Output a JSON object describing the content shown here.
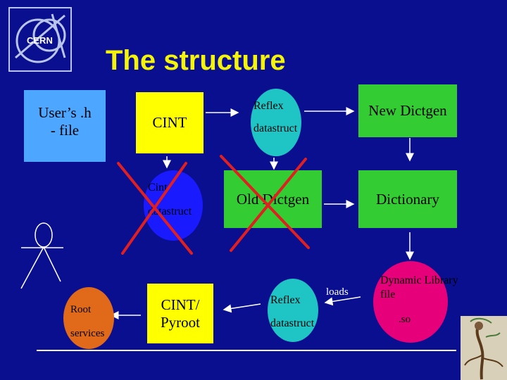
{
  "title": "The structure",
  "logo": {
    "text": "CERN"
  },
  "nodes": {
    "users_h_file": {
      "line1": "User’s  .h",
      "line2": "- file"
    },
    "cint": {
      "label": "CINT"
    },
    "reflex_top": {
      "line1": "Reflex",
      "line2": "datastruct"
    },
    "new_dictgen": {
      "label": "New Dictgen"
    },
    "cint_datastruct": {
      "line1": "Cint",
      "line2": "datastruct"
    },
    "old_dictgen": {
      "label": "Old Dictgen"
    },
    "dictionary": {
      "label": "Dictionary"
    },
    "root_services": {
      "line1": "Root",
      "line2": "services"
    },
    "cint_pyroot": {
      "line1": "CINT/",
      "line2": "Pyroot"
    },
    "reflex_bottom": {
      "line1": "Reflex",
      "line2": "datastruct"
    },
    "loads_label": "loads",
    "dynamic_library": {
      "line1": "Dynamic Library",
      "line2": "file",
      "line3": ".so"
    }
  },
  "colors": {
    "background": "#0a0f8f",
    "title": "#f4f40a",
    "user_file_box": "#4da6ff",
    "cint_box": "#ffff00",
    "green_box": "#33cc33",
    "cyan_ellipse": "#1fc4c4",
    "blue_ellipse": "#1a1aff",
    "orange_ellipse": "#e06a1a",
    "magenta_ellipse": "#e6007a",
    "cross_out": "#e02020",
    "arrows": "#ffffff"
  }
}
